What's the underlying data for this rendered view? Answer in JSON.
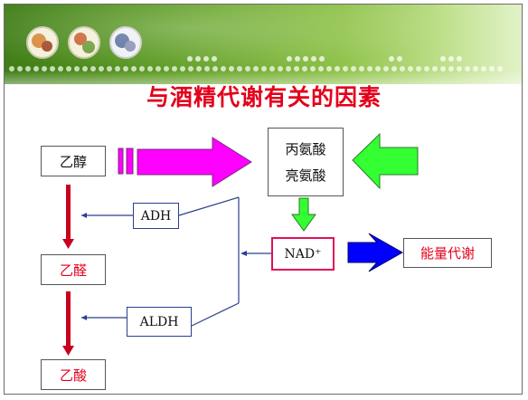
{
  "title": "与酒精代谢有关的因素",
  "nodes": {
    "ethanol": "乙醇",
    "acetaldehyde": "乙醛",
    "acetic_acid": "乙酸",
    "alanine": "丙氨酸",
    "leucine": "亮氨酸",
    "adh": "ADH",
    "aldh": "ALDH",
    "nad": "NAD⁺",
    "energy": "能量代谢"
  },
  "colors": {
    "title": "#e3001b",
    "red_text": "#e3001b",
    "magenta_arrow": "#ff00ff",
    "green_arrow": "#33ff33",
    "blue_arrow": "#0000ff",
    "red_arrow": "#c8001e",
    "connector": "#2b3f8f",
    "nad_border": "#e0105a"
  }
}
